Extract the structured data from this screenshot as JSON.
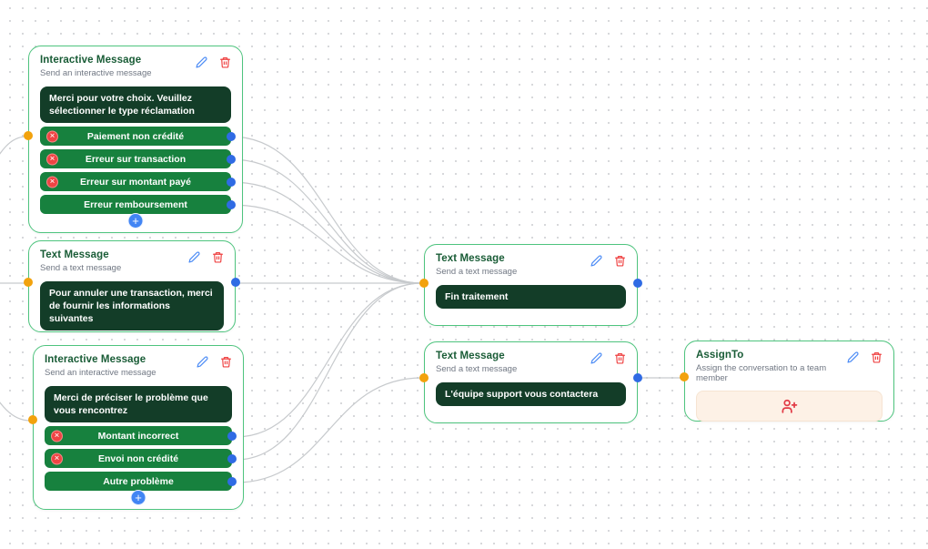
{
  "canvas": {
    "background": "#ffffff",
    "dot_color": "#d7d8db"
  },
  "colors": {
    "node_border": "#4ec47e",
    "title_text": "#195c36",
    "subtitle_text": "#707783",
    "message_box_bg": "#133d28",
    "reply_button_bg": "#17813e",
    "edit_icon": "#4b8bf5",
    "delete_icon": "#ef4444",
    "remove_icon_bg": "#ef4444",
    "source_handle": "#2f6be4",
    "target_handle": "#f2a20d",
    "edge": "#c7cacd",
    "add_button_bg": "#4285f4",
    "assign_box_bg": "#fdf1e6",
    "assign_icon": "#e23c47"
  },
  "glyphs": {
    "remove": "✕",
    "add": "+"
  },
  "nodes": {
    "n1": {
      "title": "Interactive Message",
      "subtitle": "Send an interactive message",
      "body": "Merci pour votre choix. Veuillez sélectionner le type réclamation",
      "buttons": [
        {
          "label": "Paiement non crédité"
        },
        {
          "label": "Erreur sur transaction"
        },
        {
          "label": "Erreur sur montant payé"
        },
        {
          "label": "Erreur remboursement"
        }
      ]
    },
    "n2": {
      "title": "Text Message",
      "subtitle": "Send a text message",
      "body": "Pour annuler une transaction, merci de fournir les informations suivantes"
    },
    "n3": {
      "title": "Interactive Message",
      "subtitle": "Send an interactive message",
      "body": "Merci de préciser le problème que vous rencontrez",
      "buttons": [
        {
          "label": "Montant incorrect"
        },
        {
          "label": "Envoi non crédité"
        },
        {
          "label": "Autre problème"
        }
      ]
    },
    "n4": {
      "title": "Text Message",
      "subtitle": "Send a text message",
      "body": "Fin traitement"
    },
    "n5": {
      "title": "Text Message",
      "subtitle": "Send a text message",
      "body": "L'équipe support vous contactera"
    },
    "n6": {
      "title": "AssignTo",
      "subtitle": "Assign the conversation to a team member"
    }
  }
}
